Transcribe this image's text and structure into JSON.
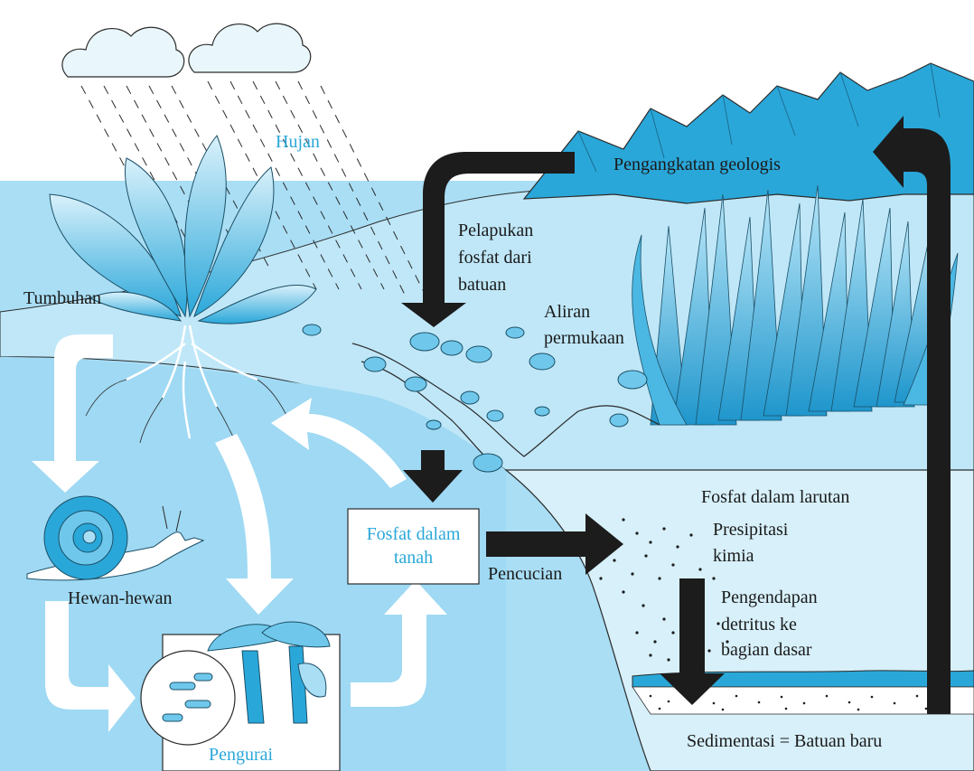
{
  "diagram": {
    "labels": {
      "rain": "Hujan",
      "plants": "Tumbuhan",
      "animals": "Hewan-hewan",
      "decomposers": "Pengurai",
      "soil_phosphate_line1": "Fosfat dalam",
      "soil_phosphate_line2": "tanah",
      "leaching": "Pencucian",
      "weathering_line1": "Pelapukan",
      "weathering_line2": "fosfat dari",
      "weathering_line3": "batuan",
      "runoff_line1": "Aliran",
      "runoff_line2": "permukaan",
      "geologic_uplift": "Pengangkatan geologis",
      "phosphate_solution": "Fosfat dalam larutan",
      "precipitation_line1": "Presipitasi",
      "precipitation_line2": "kimia",
      "deposition_line1": "Pengendapan",
      "deposition_line2": "detritus ke",
      "deposition_line3": "bagian dasar",
      "sedimentation": "Sedimentasi = Batuan baru"
    },
    "colors": {
      "water_light": "#a9def5",
      "water_mid": "#6fc8ec",
      "water_deep": "#2aa7d9",
      "land": "#bfe7f8",
      "black_arrow": "#1c1c1c",
      "white_arrow": "#ffffff",
      "label_blue": "#2aa7d9"
    }
  }
}
